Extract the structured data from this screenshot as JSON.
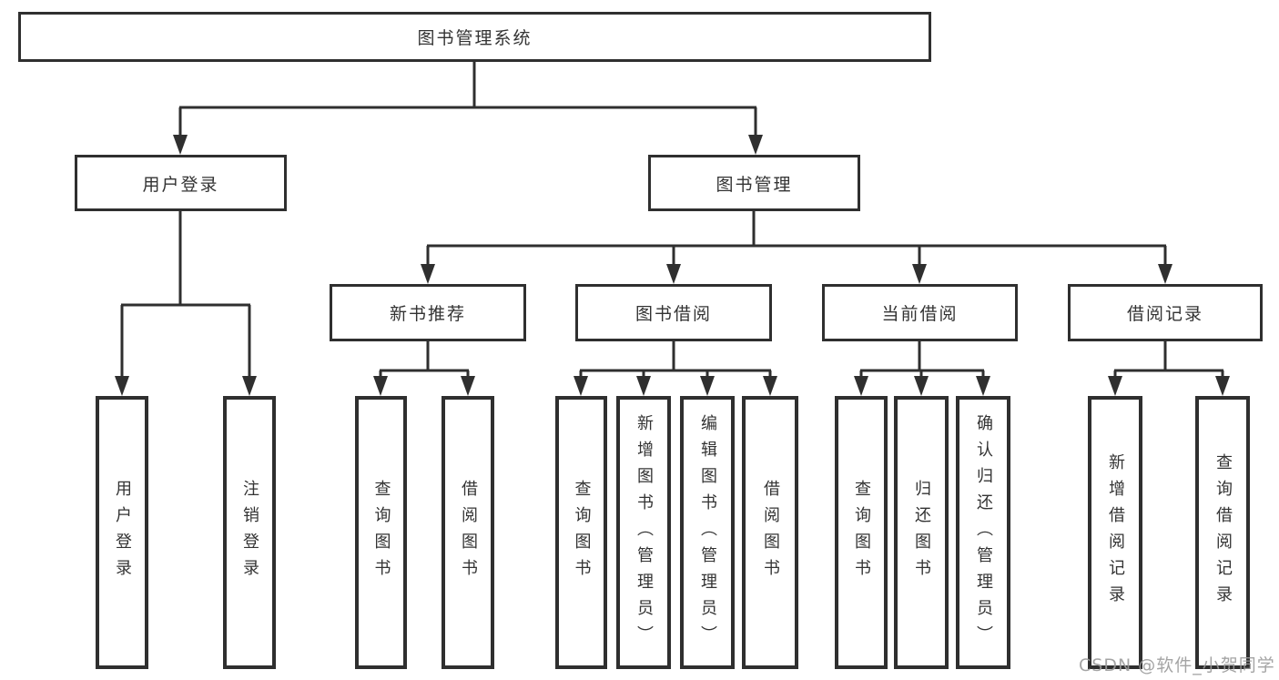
{
  "diagram": {
    "title_node": {
      "label": "图书管理系统"
    },
    "level2": [
      {
        "label": "用户登录"
      },
      {
        "label": "图书管理"
      }
    ],
    "level3": [
      {
        "label": "新书推荐"
      },
      {
        "label": "图书借阅"
      },
      {
        "label": "当前借阅"
      },
      {
        "label": "借阅记录"
      }
    ],
    "leaves": {
      "user_login": [
        {
          "label": "用户登录"
        },
        {
          "label": "注销登录"
        }
      ],
      "new_book": [
        {
          "label": "查询图书"
        },
        {
          "label": "借阅图书"
        }
      ],
      "book_borrow": [
        {
          "label": "查询图书"
        },
        {
          "label": "新增图书（管理员）"
        },
        {
          "label": "编辑图书（管理员）"
        },
        {
          "label": "借阅图书"
        }
      ],
      "current_borrow": [
        {
          "label": "查询图书"
        },
        {
          "label": "归还图书"
        },
        {
          "label": "确认归还（管理员）"
        }
      ],
      "records": [
        {
          "label": "新增借阅记录"
        },
        {
          "label": "查询借阅记录"
        }
      ]
    }
  },
  "watermark": {
    "text": "CSDN @软件_小贺同学",
    "color": "#9b9b9b"
  },
  "colors": {
    "line": "#2f2f2f",
    "box_border": "#2f2f2f",
    "text": "#333333",
    "background": "#ffffff"
  }
}
